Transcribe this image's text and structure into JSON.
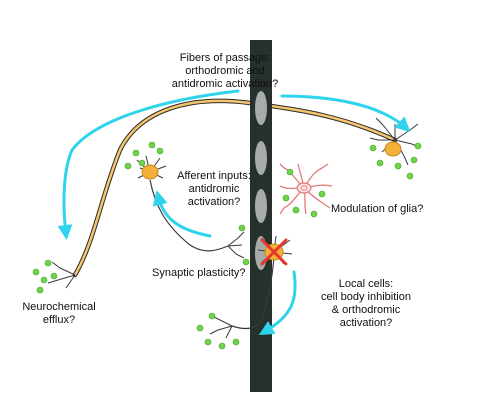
{
  "labels": {
    "fibers_of_passage": [
      "Fibers of passage:",
      "orthodromic and",
      "antidromic activation?"
    ],
    "afferent_inputs": [
      "Afferent inputs:",
      "antidromic",
      "activation?"
    ],
    "modulation_of_glia": [
      "Modulation of glia?"
    ],
    "synaptic_plasticity": [
      "Synaptic plasticity?"
    ],
    "neurochemical_efflux": [
      "Neurochemical",
      "efflux?"
    ],
    "local_cells": [
      "Local cells:",
      "cell body inhibition",
      "& orthodromic",
      "activation?"
    ]
  },
  "colors": {
    "electrode": "#26302c",
    "contact": "#a8aca9",
    "arrow": "#2fd3ec",
    "neuron_soma": "#f4b13a",
    "axon_fill": "#f6c56e",
    "dendrite": "#3a3a3a",
    "glia_outline": "#e27b7b",
    "transmitter": "#6fd34a",
    "inhibition_x": "#e53a2a"
  },
  "icons": [
    "electrode",
    "neuron",
    "astrocyte",
    "neurotransmitter-dot",
    "arrow",
    "inhibition-x"
  ]
}
